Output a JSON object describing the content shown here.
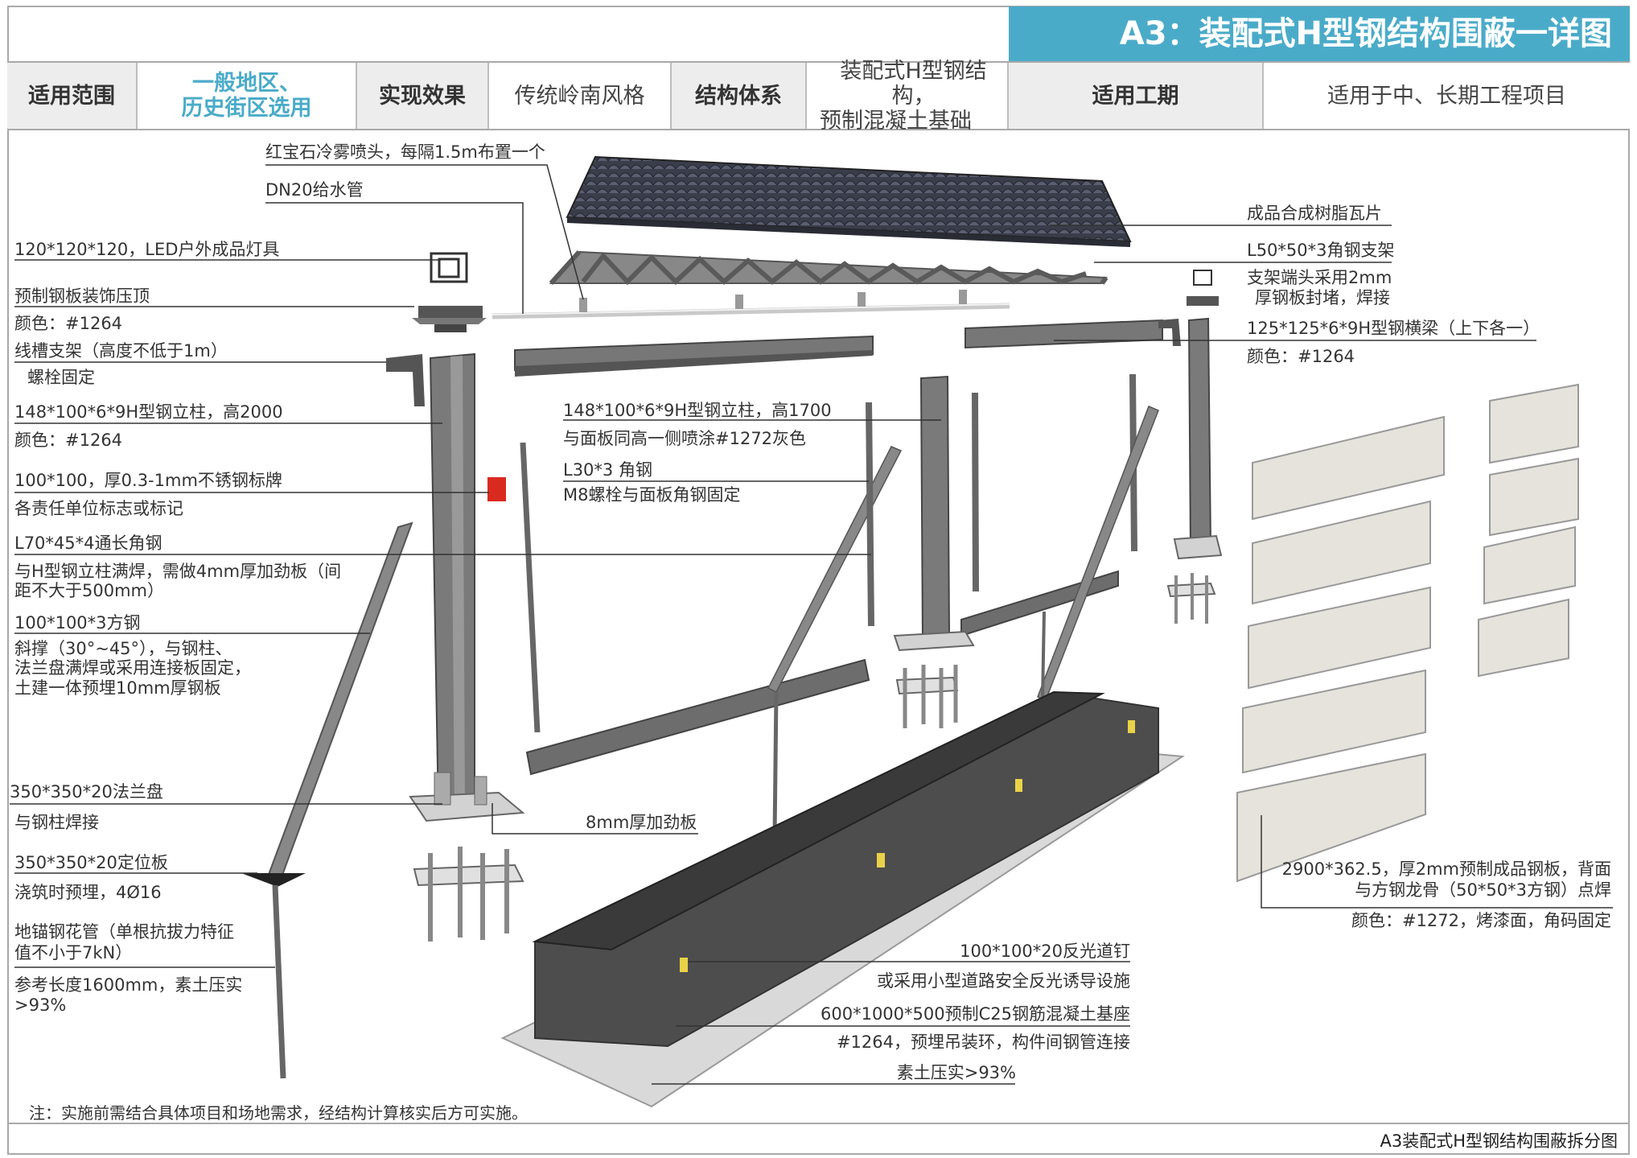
{
  "title": "A3：装配式H型钢结构围蔽一详图",
  "info": {
    "scope_label": "适用范围",
    "scope_value_1": "一般地区、",
    "scope_value_2": "历史街区选用",
    "effect_label": "实现效果",
    "effect_value": "传统岭南风格",
    "system_label": "结构体系",
    "system_value_1": "装配式H型钢结构，",
    "system_value_2": "预制混凝土基础",
    "period_label": "适用工期",
    "period_value": "适用于中、长期工程项目"
  },
  "labels": {
    "sprinkler": "红宝石冷雾喷头，每隔1.5m布置一个",
    "pipe": "DN20给水管",
    "lamp": "120*120*120，LED户外成品灯具",
    "cap": "预制钢板装饰压顶",
    "cap_color": "颜色：#1264",
    "trough": "线槽支架（高度不低于1m）",
    "trough_fix": "螺栓固定",
    "column": "148*100*6*9H型钢立柱，高2000",
    "column_color": "颜色：#1264",
    "sign": "100*100，厚0.3-1mm不锈钢标牌",
    "sign_desc": "各责任单位标志或标记",
    "angle": "L70*45*4通长角钢",
    "angle_desc_1": "与H型钢立柱满焊，需做4mm厚加劲板（间",
    "angle_desc_2": "距不大于500mm）",
    "tube": "100*100*3方钢",
    "tube_desc_1": "斜撑（30°~45°），与钢柱、",
    "tube_desc_2": "法兰盘满焊或采用连接板固定，",
    "tube_desc_3": "土建一体预埋10mm厚钢板",
    "flange": "350*350*20法兰盘",
    "flange_desc": "与钢柱焊接",
    "plate": "350*350*20定位板",
    "plate_desc": "浇筑时预埋，4Ø16",
    "anchor_1": "地锚钢花管（单根抗拔力特征",
    "anchor_2": "值不小于7kN）",
    "anchor_3": "参考长度1600mm，素土压实",
    "anchor_4": ">93%",
    "stiffener": "8mm厚加劲板",
    "column2": "148*100*6*9H型钢立柱，高1700",
    "column2_desc": "与面板同高一侧喷涂#1272灰色",
    "angle2": "L30*3 角钢",
    "angle2_desc": "M8螺栓与面板角钢固定",
    "tile": "成品合成树脂瓦片",
    "truss": "L50*50*3角钢支架",
    "truss_desc_1": "支架端头采用2mm",
    "truss_desc_2": "厚钢板封堵，焊接",
    "beam": "125*125*6*9H型钢横梁（上下各一）",
    "beam_color": "颜色：#1264",
    "panel_1": "2900*362.5，厚2mm预制成品钢板，背面",
    "panel_2": "与方钢龙骨（50*50*3方钢）点焊",
    "panel_3": "颜色：#1272，烤漆面，角码固定",
    "stud": "100*100*20反光道钉",
    "stud_desc": "或采用小型道路安全反光诱导设施",
    "base": "600*1000*500预制C25钢筋混凝土基座",
    "base_desc": "#1264，预埋吊装环，构件间钢管连接",
    "soil": "素土压实>93%"
  },
  "note": "注：实施前需结合具体项目和场地需求，经结构计算核实后方可实施。",
  "caption": "A3装配式H型钢结构围蔽拆分图",
  "colors": {
    "accent": "#4aabc9",
    "steel": "#6e6e6e",
    "panel": "#e6e3dd",
    "concrete": "#5b5b5b"
  }
}
